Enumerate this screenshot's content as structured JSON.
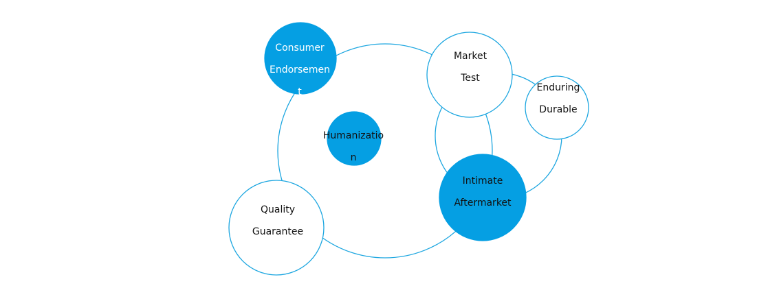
{
  "colors": {
    "accent": "#059fe3",
    "stroke": "#1ca6e0",
    "white": "#ffffff"
  },
  "nodes": {
    "consumer": {
      "line1": "Consumer",
      "line2": "Endorsemen",
      "line3": "t"
    },
    "humanization": {
      "line1": "Humanizatio",
      "line2": "n"
    },
    "market": {
      "line1": "Market",
      "line2": "Test"
    },
    "enduring": {
      "line1": "Enduring",
      "line2": "Durable"
    },
    "intimate": {
      "line1": "Intimate",
      "line2": "Aftermarket"
    },
    "quality": {
      "line1": "Quality",
      "line2": "Guarantee"
    }
  }
}
